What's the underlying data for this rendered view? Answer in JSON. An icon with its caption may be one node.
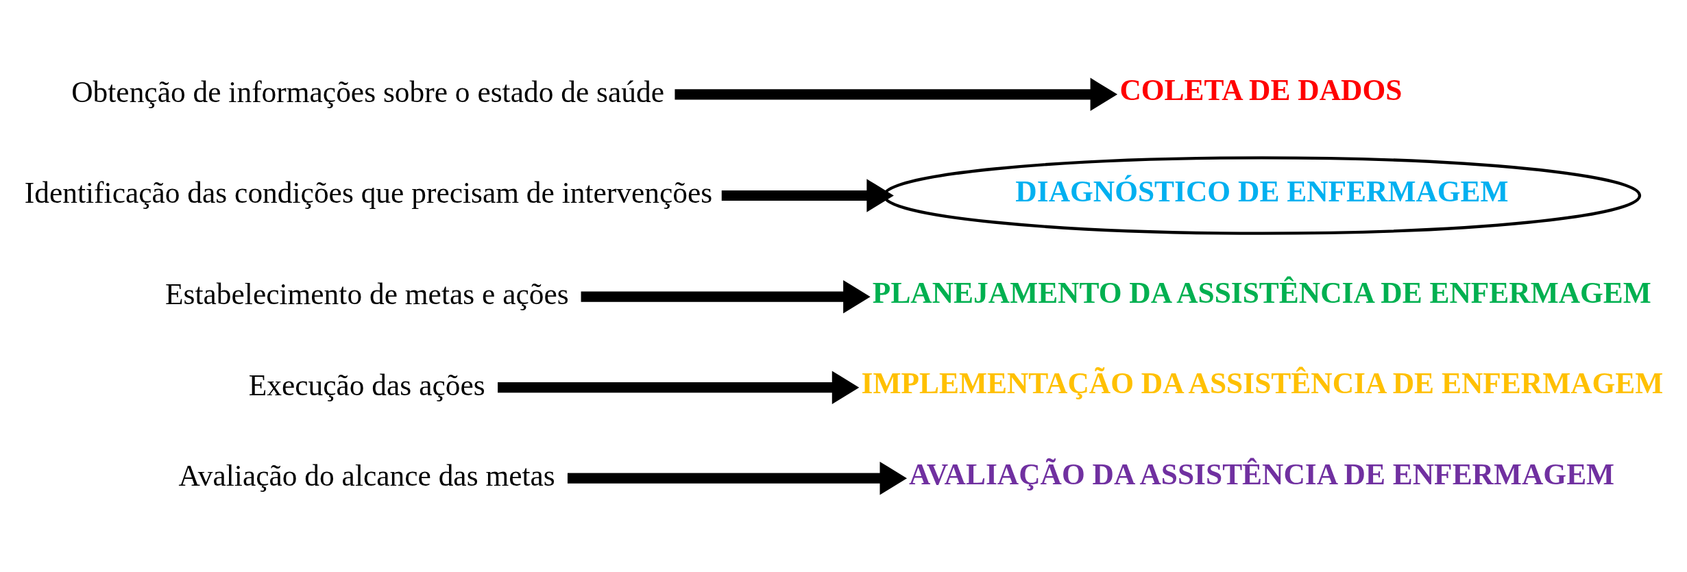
{
  "diagram": {
    "nodes": [
      {
        "text": [
          "Obtenção de informações sobre o estado de saúde"
        ]
      },
      {
        "text": [
          "COLETA DE DADOS"
        ]
      },
      {
        "text": [
          "Identificação das condições que precisam de intervenções"
        ]
      },
      {
        "text": [
          "DIAGNÓSTICO DE ENFERMAGEM"
        ]
      },
      {
        "text": [
          "Estabelecimento de metas e ações"
        ]
      },
      {
        "text": [
          "PLANEJAMENTO DA ASSISTÊNCIA DE ENFERMAGEM"
        ]
      },
      {
        "text": [
          "Execução das ações"
        ]
      },
      {
        "text": [
          "IMPLEMENTAÇÃO DA ASSISTÊNCIA DE ENFERMAGEM"
        ]
      },
      {
        "text": [
          "Avaliação do alcance das metas"
        ]
      },
      {
        "text": [
          "AVALIAÇÃO DA ASSISTÊNCIA DE ENFERMAGEM"
        ]
      }
    ],
    "edges": [
      {
        "from": 0,
        "to": 1,
        "arrow": "to"
      },
      {
        "from": 2,
        "to": 3,
        "arrow": "to"
      },
      {
        "from": 4,
        "to": 5,
        "arrow": "to"
      },
      {
        "from": 6,
        "to": 7,
        "arrow": "to"
      },
      {
        "from": 8,
        "to": 9,
        "arrow": "to"
      }
    ]
  }
}
